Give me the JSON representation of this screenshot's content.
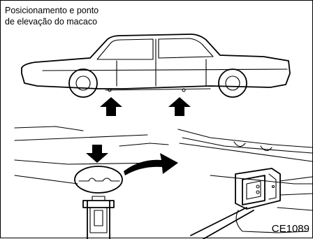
{
  "caption": {
    "line1": "Posicionamento e ponto",
    "line2": "de elevação do macaco"
  },
  "figure_code": "CE1089"
}
